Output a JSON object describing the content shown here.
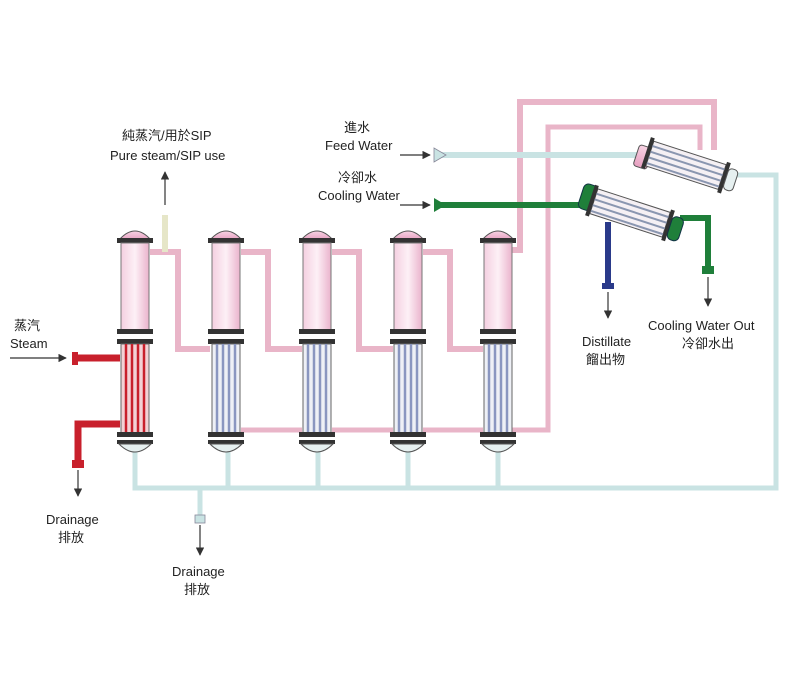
{
  "labels": {
    "sip_zh": "純蒸汽/用於SIP",
    "sip_en": "Pure steam/SIP use",
    "feed_zh": "進水",
    "feed_en": "Feed Water",
    "cooling_zh": "冷卻水",
    "cooling_en": "Cooling Water",
    "steam_zh": "蒸汽",
    "steam_en": "Steam",
    "distillate_en": "Distillate",
    "distillate_zh": "餾出物",
    "cw_out_en": "Cooling Water Out",
    "cw_out_zh": "冷卻水出",
    "drain_left_en": "Drainage",
    "drain_left_zh": "排放",
    "drain_mid_en": "Drainage",
    "drain_mid_zh": "排放"
  },
  "colors": {
    "steam_red": "#c8202c",
    "pink_line": "#e9b5c8",
    "feed_line": "#c9e3e3",
    "cooling_green": "#1f7f3a",
    "distillate_blue": "#2a3a8a",
    "column_pink": "#f2bcd4"
  }
}
